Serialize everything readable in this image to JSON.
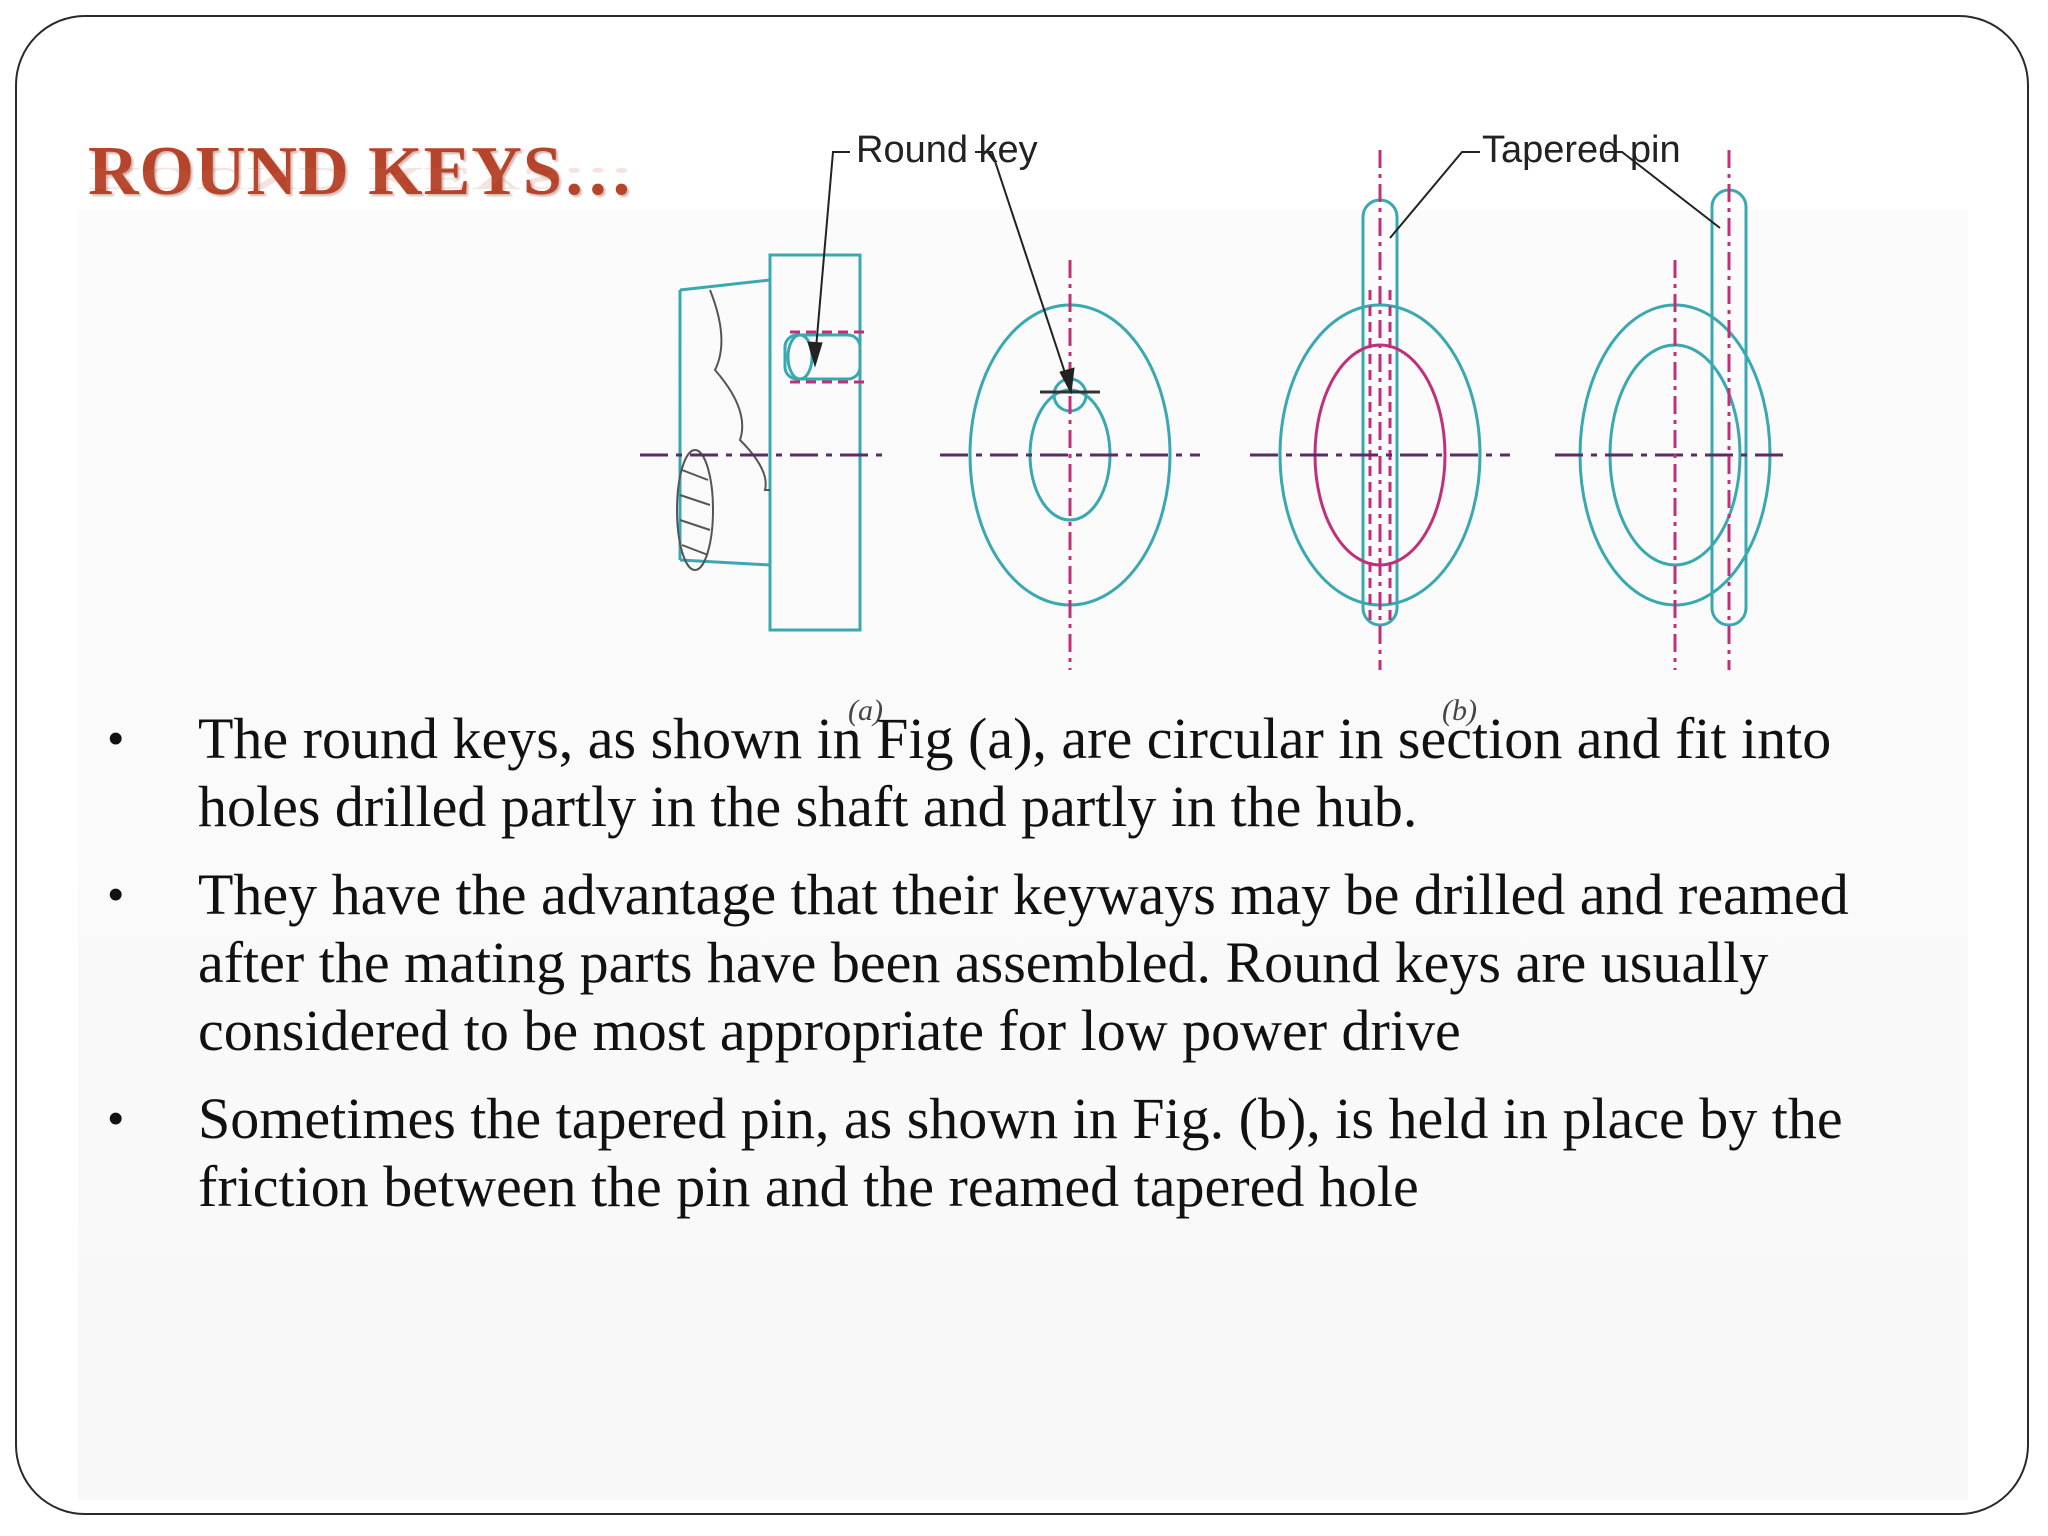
{
  "slide": {
    "title": "ROUND KEYS…",
    "figure": {
      "label_round_key": "Round key",
      "label_tapered_pin": "Tapered pin",
      "caption_a": "(a)",
      "caption_b": "(b)"
    },
    "bullets": [
      {
        "text": "The round keys, as shown in Fig (a), are  circular in section and fit into holes drilled  partly in the shaft and partly in the hub."
      },
      {
        "text": "They have the advantage that their keyways  may be drilled and reamed after the mating  parts have been assembled. Round keys are usually considered to be most appropriate for  low power drive"
      },
      {
        "text": "Sometimes the tapered pin, as shown in Fig.  (b), is held in place by the friction between the  pin and the reamed tapered hole"
      }
    ],
    "bullet_symbol": "•",
    "colors": {
      "title": "#b5442a",
      "drawing_cyan": "#3aa8b0",
      "drawing_magenta": "#c0307a",
      "frame": "#2a2a2a"
    }
  }
}
